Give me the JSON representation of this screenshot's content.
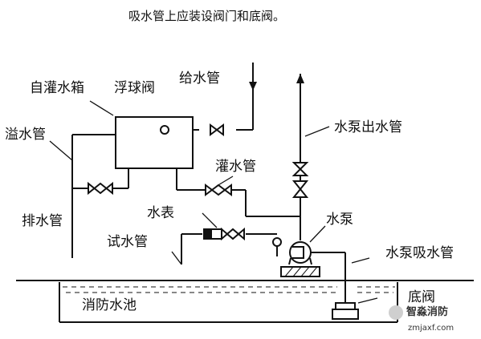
{
  "caption": "吸水管上应装设阀门和底阀。",
  "labels": {
    "self_fill_tank": "自灌水箱",
    "float_valve": "浮球阀",
    "supply_pipe": "给水管",
    "overflow_pipe": "溢水管",
    "pump_outlet_pipe": "水泵出水管",
    "fill_pipe": "灌水管",
    "water_meter": "水表",
    "drain_pipe": "排水管",
    "pump": "水泵",
    "test_pipe": "试水管",
    "pump_suction_pipe": "水泵吸水管",
    "fire_pool": "消防水池",
    "foot_valve": "底阀"
  },
  "watermark": {
    "brand": "智淼消防",
    "url": "zmjaxf.com"
  }
}
